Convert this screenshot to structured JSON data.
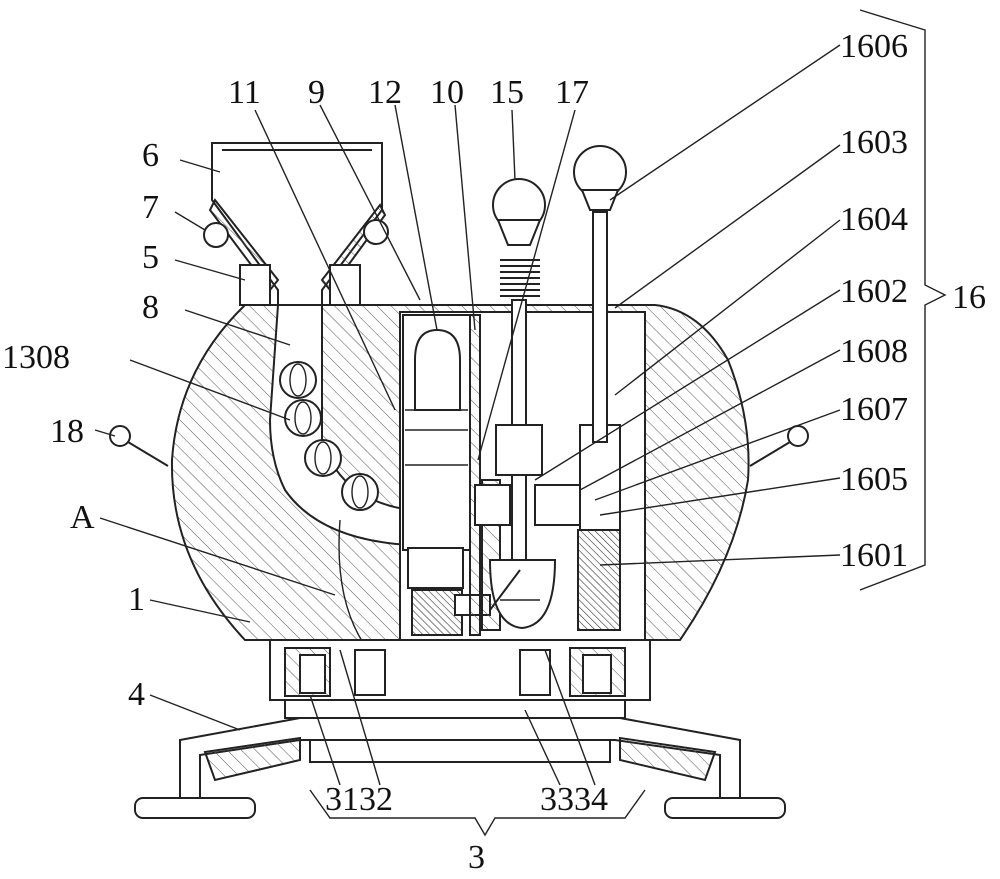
{
  "labels": {
    "l1606": "1606",
    "l11": "11",
    "l9": "9",
    "l12": "12",
    "l10": "10",
    "l15": "15",
    "l17": "17",
    "l1603": "1603",
    "l6": "6",
    "l1604": "1604",
    "l7": "7",
    "l5": "5",
    "l1602": "1602",
    "l16": "16",
    "l8": "8",
    "l1608": "1608",
    "l1308": "1308",
    "l1607": "1607",
    "l18": "18",
    "l1605": "1605",
    "lA": "A",
    "l1601": "1601",
    "l1": "1",
    "l4": "4",
    "l3132": "3132",
    "l3334": "3334",
    "l3": "3"
  }
}
